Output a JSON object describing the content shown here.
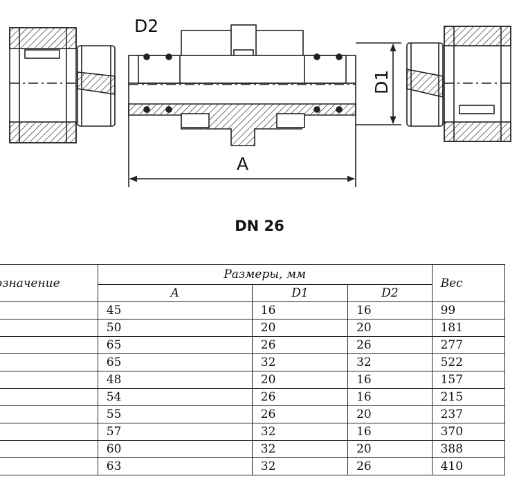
{
  "drawing": {
    "labels": {
      "d2": "D2",
      "d1": "D1",
      "a": "A"
    }
  },
  "section_title": "DN 26",
  "table": {
    "header_designation": "означение",
    "header_dimensions": "Размеры, мм",
    "header_weight": "Вес",
    "sub_headers": [
      "A",
      "D1",
      "D2"
    ],
    "rows": [
      {
        "a": "45",
        "d1": "16",
        "d2": "16",
        "weight": "99"
      },
      {
        "a": "50",
        "d1": "20",
        "d2": "20",
        "weight": "181"
      },
      {
        "a": "65",
        "d1": "26",
        "d2": "26",
        "weight": "277"
      },
      {
        "a": "65",
        "d1": "32",
        "d2": "32",
        "weight": "522"
      },
      {
        "a": "48",
        "d1": "20",
        "d2": "16",
        "weight": "157"
      },
      {
        "a": "54",
        "d1": "26",
        "d2": "16",
        "weight": "215"
      },
      {
        "a": "55",
        "d1": "26",
        "d2": "20",
        "weight": "237"
      },
      {
        "a": "57",
        "d1": "32",
        "d2": "16",
        "weight": "370"
      },
      {
        "a": "60",
        "d1": "32",
        "d2": "20",
        "weight": "388"
      },
      {
        "a": "63",
        "d1": "32",
        "d2": "26",
        "weight": "410"
      }
    ]
  }
}
